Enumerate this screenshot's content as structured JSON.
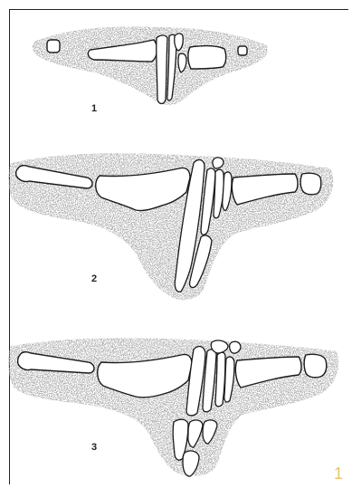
{
  "figures": [
    {
      "id": "fig-1",
      "label": "1"
    },
    {
      "id": "fig-2",
      "label": "2"
    },
    {
      "id": "fig-3",
      "label": "3"
    }
  ],
  "page_number": "1",
  "colors": {
    "outline": "#1a1a1a",
    "bone_fill": "#ffffff",
    "stipple": "#bdbdbd",
    "page_number": "#e9c36a"
  }
}
